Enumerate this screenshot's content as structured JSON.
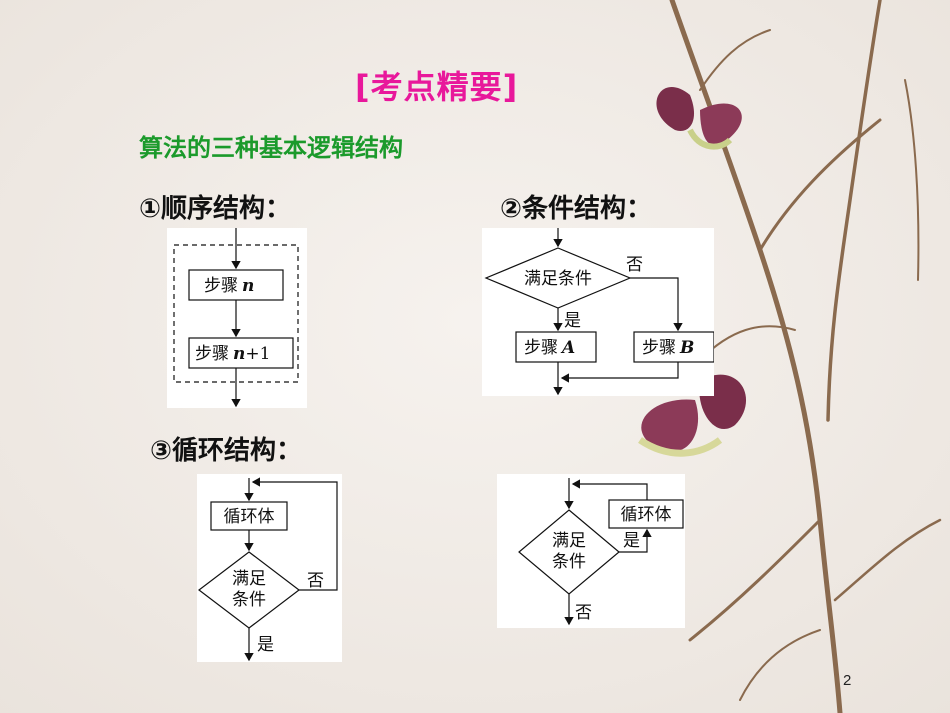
{
  "slide": {
    "title": "[考点精要]",
    "heading": "算法的三种基本逻辑结构",
    "page_number": "2"
  },
  "sequence": {
    "label": "①顺序结构：",
    "step1_prefix": "步骤",
    "step1_var": "n",
    "step2_prefix": "步骤",
    "step2_var": "n",
    "step2_suffix": "+1"
  },
  "conditional": {
    "label": "②条件结构：",
    "condition": "满足条件",
    "yes": "是",
    "no": "否",
    "stepA_prefix": "步骤",
    "stepA_var": "A",
    "stepB_prefix": "步骤",
    "stepB_var": "B"
  },
  "loop": {
    "label": "③循环结构：",
    "until": {
      "body": "循环体",
      "cond_line1": "满足",
      "cond_line2": "条件",
      "no": "否",
      "yes": "是"
    },
    "while": {
      "body": "循环体",
      "cond_line1": "满足",
      "cond_line2": "条件",
      "yes": "是",
      "no": "否"
    }
  },
  "colors": {
    "title": "#e8189b",
    "heading": "#1b9a2b",
    "panel": "#ffffff",
    "background": "#f1ece7"
  }
}
